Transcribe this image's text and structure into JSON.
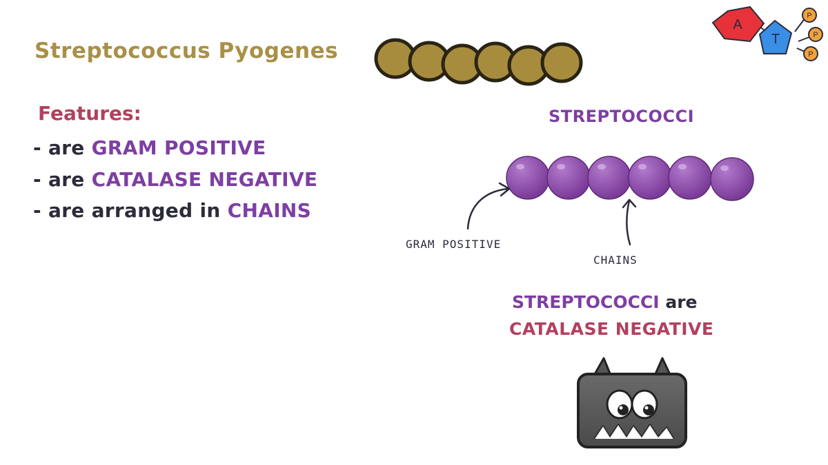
{
  "title": "Streptococcus Pyogenes",
  "features": {
    "heading": "Features:",
    "items": [
      {
        "prefix": "- are ",
        "highlight": "GRAM POSITIVE"
      },
      {
        "prefix": "- are ",
        "highlight": "CATALASE NEGATIVE"
      },
      {
        "prefix": "- are arranged in ",
        "highlight": "CHAINS"
      }
    ]
  },
  "diagram": {
    "heading": "STREPTOCOCCI",
    "label_gram": "GRAM POSITIVE",
    "label_chains": "CHAINS"
  },
  "summary": {
    "subject": "STREPTOCOCCI",
    "verb": " are",
    "predicate": "CATALASE NEGATIVE"
  },
  "logo": {
    "letter_a": "A",
    "letter_t": "T",
    "letter_p": "P"
  },
  "colors": {
    "title": "#a89048",
    "accent_purple": "#7d3fa3",
    "accent_red": "#b3405e",
    "text_dark": "#2b2b3a",
    "bead_olive": "#a88c3e",
    "bead_purple": "#8a45a8"
  }
}
